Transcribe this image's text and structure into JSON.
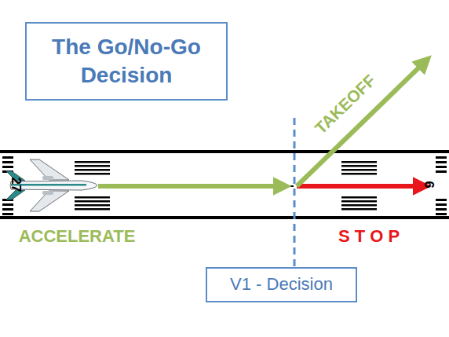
{
  "diagram": {
    "nodes": [
      {
        "text": [
          "The Go/No-Go Decision"
        ]
      },
      {
        "text": [
          "V1 - Decision"
        ]
      }
    ],
    "labels": [
      "ACCELERATE",
      "TAKEOFF",
      "S T O P",
      "27",
      "9"
    ]
  }
}
